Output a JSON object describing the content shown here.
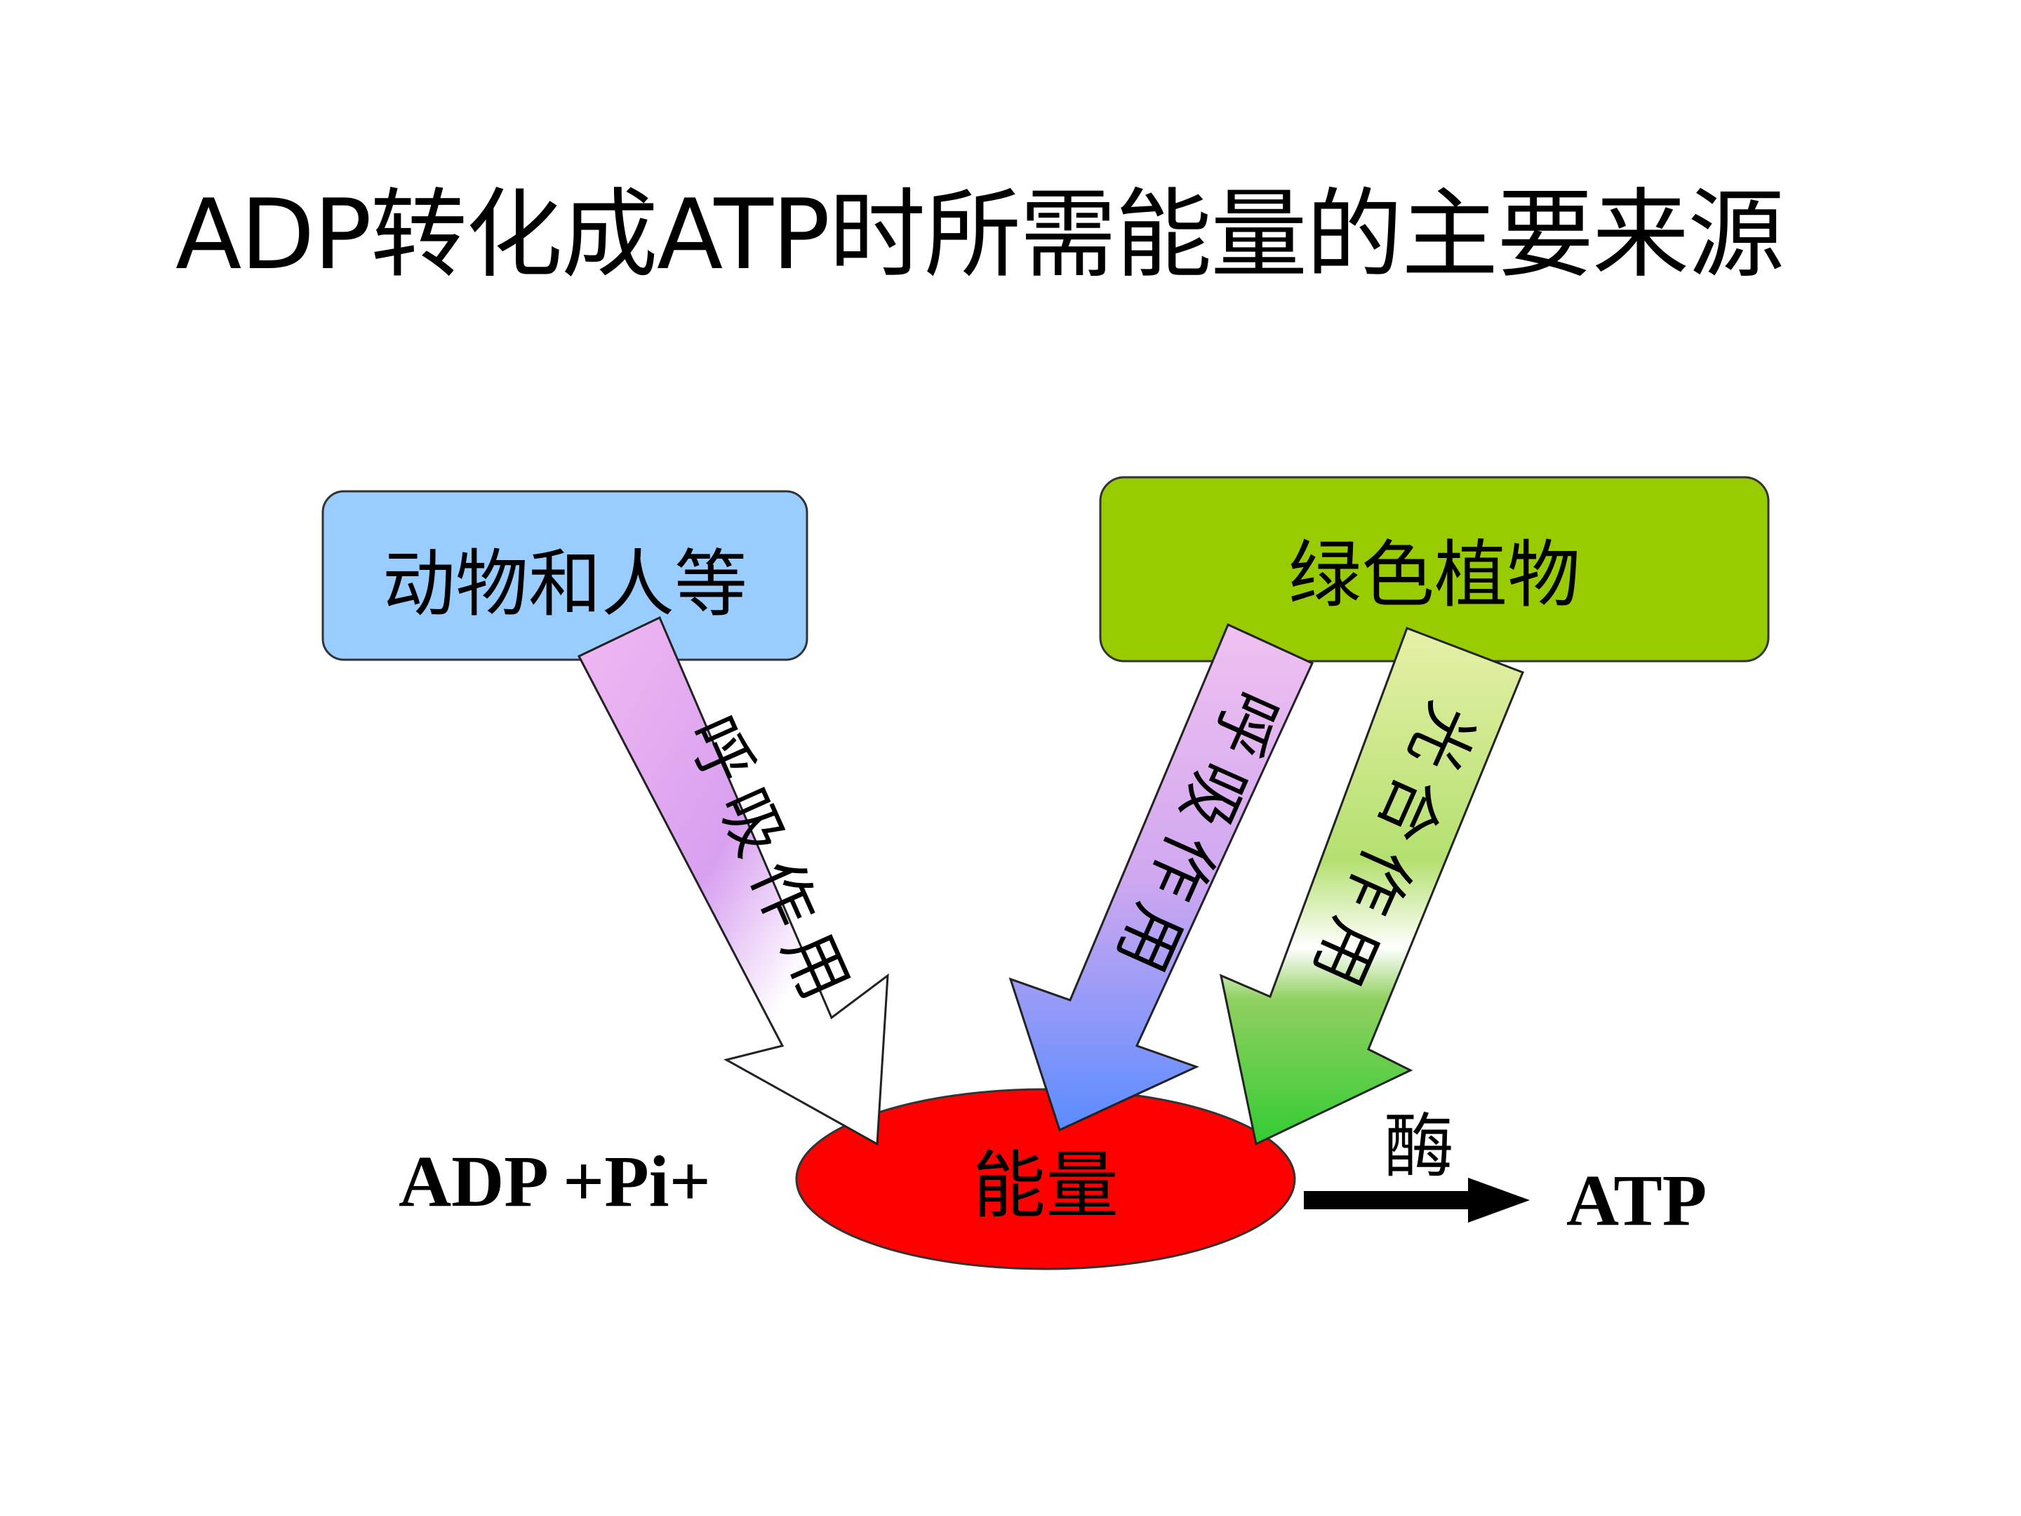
{
  "title": "ADP转化成ATP时所需能量的主要来源",
  "sources": {
    "animals": "动物和人等",
    "plants": "绿色植物"
  },
  "processes": {
    "animal_respiration": [
      "呼",
      "吸",
      "作",
      "用"
    ],
    "plant_respiration": [
      "呼",
      "吸",
      "作",
      "用"
    ],
    "photosynthesis": [
      "光",
      "合",
      "作",
      "用"
    ]
  },
  "reaction": {
    "reactants": "ADP +Pi+",
    "energy": "能量",
    "enzyme": "酶",
    "product": "ATP"
  },
  "colors": {
    "animals_box": "#99ccff",
    "plants_box": "#99cc00",
    "energy_ellipse": "#ff0000",
    "respiration_arrow": "#ee99ee",
    "photosynthesis_arrow": "#66cc33"
  }
}
